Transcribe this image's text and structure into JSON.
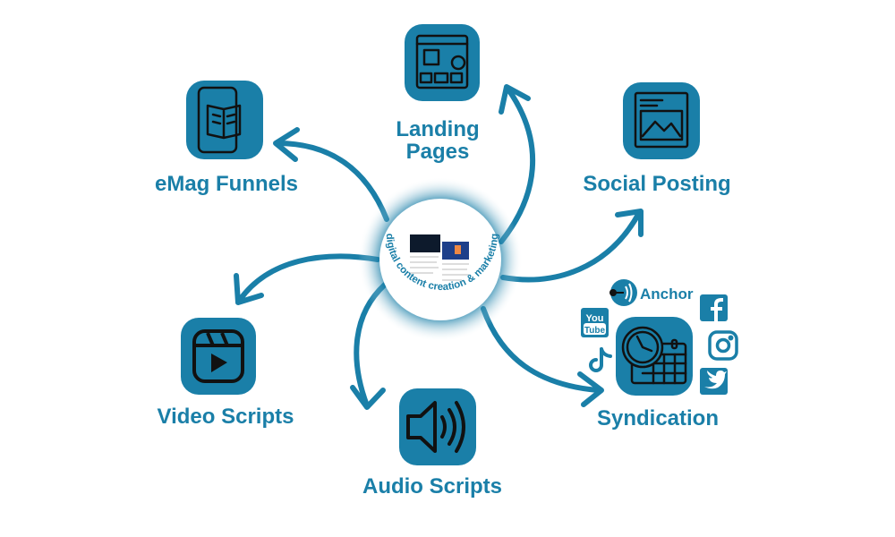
{
  "center": {
    "ring_text": "digital content creation & marketing"
  },
  "nodes": {
    "landing": {
      "line1": "Landing",
      "line2": "Pages",
      "icon": "webpage-layout-icon"
    },
    "emag": {
      "label": "eMag Funnels",
      "icon": "phone-book-icon"
    },
    "social": {
      "label": "Social Posting",
      "icon": "image-post-icon"
    },
    "video": {
      "label": "Video Scripts",
      "icon": "video-play-icon"
    },
    "audio": {
      "label": "Audio Scripts",
      "icon": "speaker-icon"
    },
    "syndication": {
      "label": "Syndication",
      "icon": "clock-calendar-icon"
    }
  },
  "platforms": {
    "anchor": "Anchor",
    "youtube_line1": "You",
    "youtube_line2": "Tube"
  },
  "colors": {
    "accent": "#1a7fa8",
    "icon_stroke": "#111111"
  }
}
